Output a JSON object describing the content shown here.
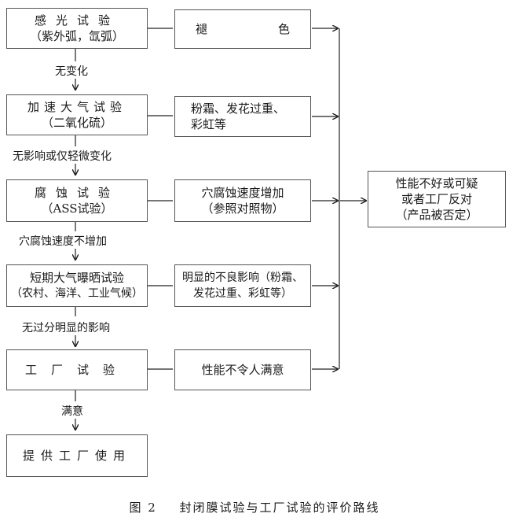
{
  "diagram": {
    "tests": [
      {
        "line1": "感光试验",
        "line2": "（紫外弧，氙弧）"
      },
      {
        "line1": "加速大气试验",
        "line2": "（二氧化硫）"
      },
      {
        "line1": "腐蚀试验",
        "line2": "（ASS试验）"
      },
      {
        "line1": "短期大气曝晒试验",
        "line2": "（农村、海洋、工业气候）"
      },
      {
        "line1": "工厂试验",
        "line2": ""
      },
      {
        "line1": "提供工厂使用",
        "line2": ""
      }
    ],
    "transitions": [
      "无变化",
      "无影响或仅轻微变化",
      "穴腐蚀速度不增加",
      "无过分明显的影响",
      "满意"
    ],
    "failures": [
      {
        "line1": "褪　　　　　　色",
        "line2": ""
      },
      {
        "line1": "粉霜、发花过重、",
        "line2": "彩虹等"
      },
      {
        "line1": "穴腐蚀速度增加",
        "line2": "（参照对照物）"
      },
      {
        "line1": "明显的不良影响（粉霜、",
        "line2": "发花过重、彩虹等）"
      },
      {
        "line1": "性能不令人满意",
        "line2": ""
      }
    ],
    "outcome": {
      "line1": "性能不好或可疑",
      "line2": "或者工厂反对",
      "line3": "（产品被否定）"
    }
  },
  "caption": {
    "figure_number": "图 2",
    "title": "封闭膜试验与工厂试验的评价路线"
  }
}
